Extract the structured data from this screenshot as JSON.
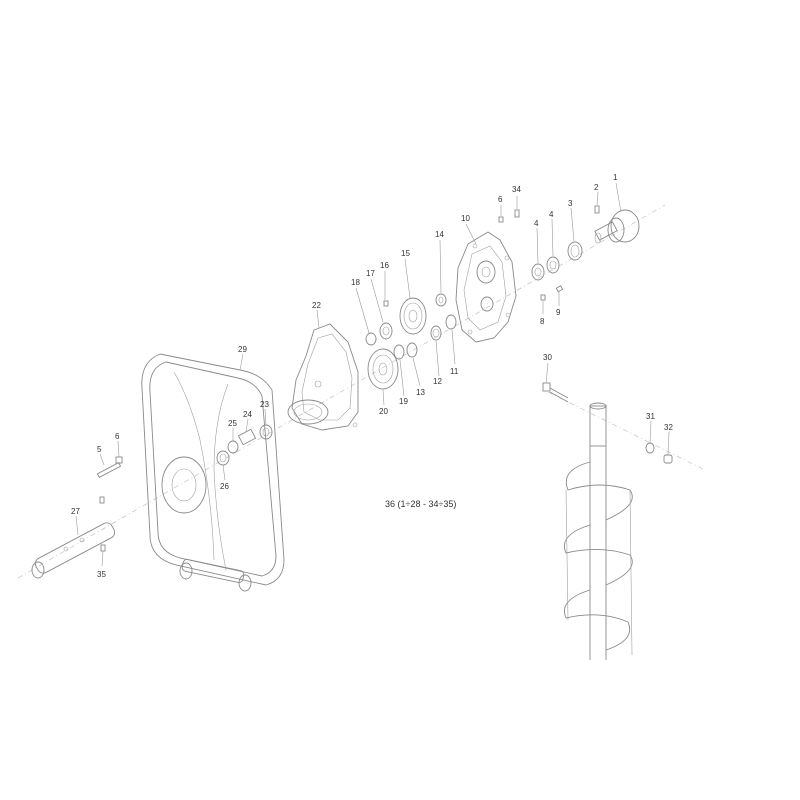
{
  "callouts": [
    {
      "id": "1",
      "label": "1"
    },
    {
      "id": "2",
      "label": "2"
    },
    {
      "id": "3",
      "label": "3"
    },
    {
      "id": "4a",
      "label": "4"
    },
    {
      "id": "4b",
      "label": "4"
    },
    {
      "id": "5",
      "label": "5"
    },
    {
      "id": "6a",
      "label": "6"
    },
    {
      "id": "6b",
      "label": "6"
    },
    {
      "id": "8",
      "label": "8"
    },
    {
      "id": "9",
      "label": "9"
    },
    {
      "id": "10",
      "label": "10"
    },
    {
      "id": "11",
      "label": "11"
    },
    {
      "id": "12",
      "label": "12"
    },
    {
      "id": "13",
      "label": "13"
    },
    {
      "id": "14",
      "label": "14"
    },
    {
      "id": "15",
      "label": "15"
    },
    {
      "id": "16",
      "label": "16"
    },
    {
      "id": "17",
      "label": "17"
    },
    {
      "id": "18",
      "label": "18"
    },
    {
      "id": "19",
      "label": "19"
    },
    {
      "id": "20",
      "label": "20"
    },
    {
      "id": "22",
      "label": "22"
    },
    {
      "id": "23",
      "label": "23"
    },
    {
      "id": "24",
      "label": "24"
    },
    {
      "id": "25",
      "label": "25"
    },
    {
      "id": "26",
      "label": "26"
    },
    {
      "id": "27",
      "label": "27"
    },
    {
      "id": "29",
      "label": "29"
    },
    {
      "id": "30",
      "label": "30"
    },
    {
      "id": "31",
      "label": "31"
    },
    {
      "id": "32",
      "label": "32"
    },
    {
      "id": "34",
      "label": "34"
    },
    {
      "id": "35",
      "label": "35"
    }
  ],
  "assembly_note": "36 (1÷28 - 34÷35)"
}
